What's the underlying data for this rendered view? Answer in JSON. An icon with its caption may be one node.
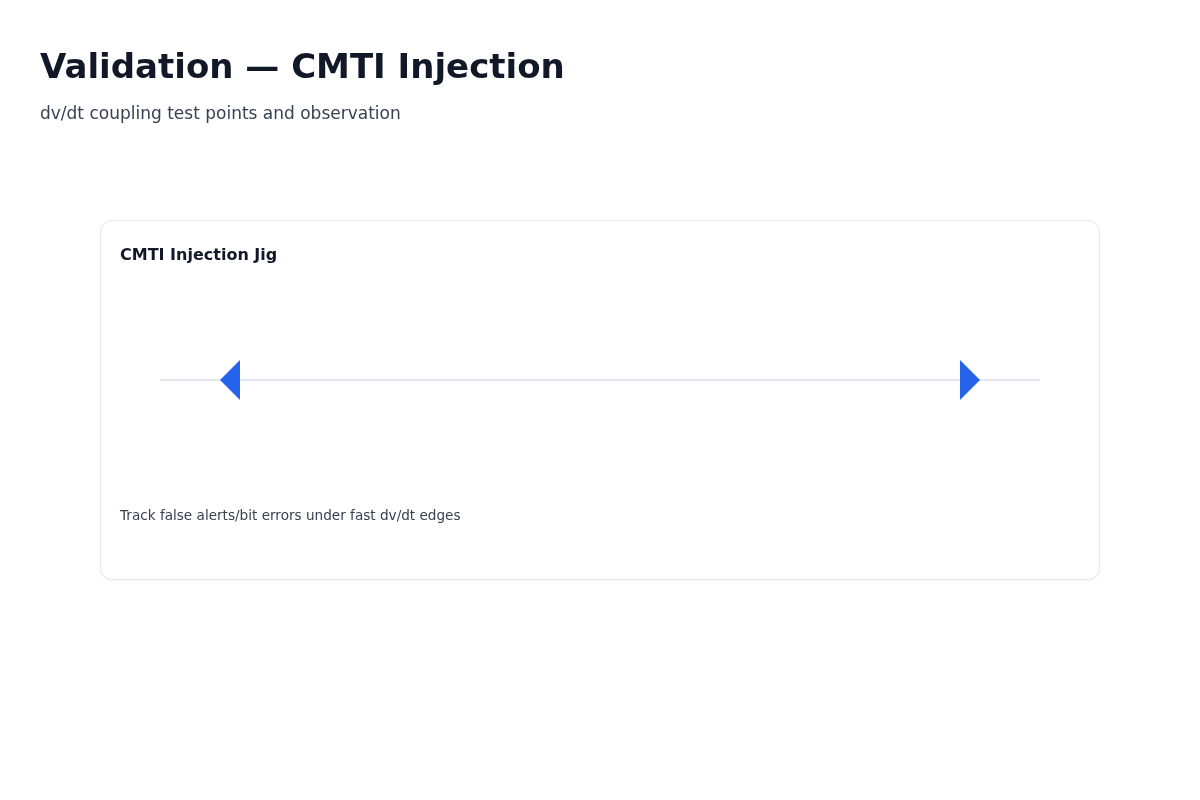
{
  "diagram": {
    "title": "Validation — CMTI Injection",
    "nodes": [
      {
        "text": [
          "CMTI Injection Jig",
          "Track false alerts/bit errors under fast dv/dt edges"
        ]
      }
    ],
    "labels": [
      "dv/dt coupling test points and observation"
    ]
  }
}
